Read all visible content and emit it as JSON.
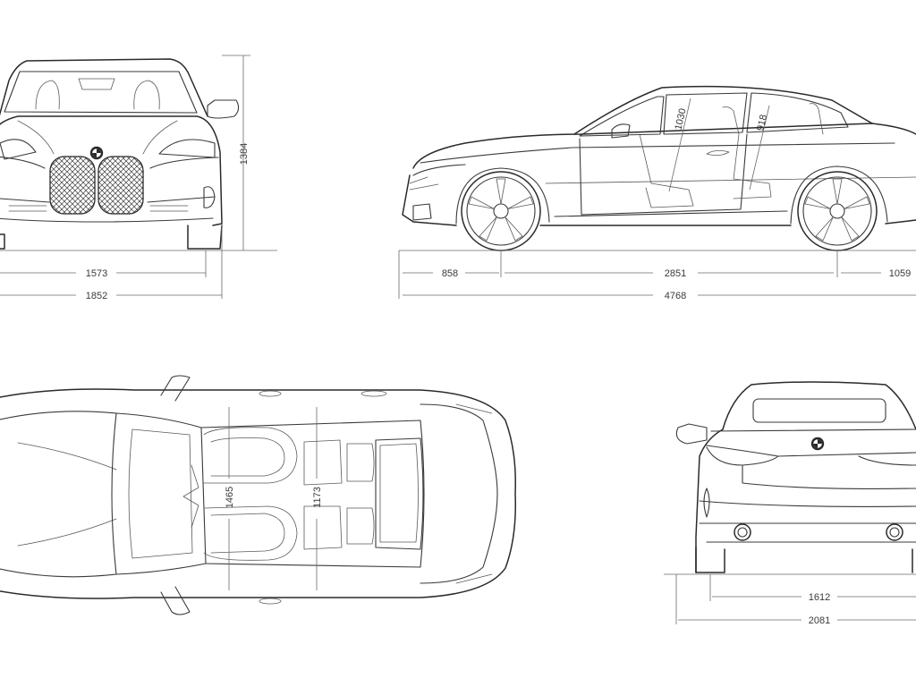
{
  "dimensions": {
    "front_track": "1573",
    "overall_width": "1852",
    "overall_height": "1384",
    "front_overhang": "858",
    "wheelbase": "2851",
    "rear_overhang": "1059",
    "overall_length": "4768",
    "front_headroom": "1030",
    "rear_headroom": "918",
    "front_shoulder_width": "1465",
    "rear_shoulder_width": "1173",
    "rear_track": "1612",
    "width_with_mirrors": "2081"
  },
  "colors": {
    "line": "#3a3a3a",
    "dimension": "#6a6a6a",
    "background": "#ffffff"
  },
  "icons": {
    "logo": "bmw-roundel-icon"
  }
}
